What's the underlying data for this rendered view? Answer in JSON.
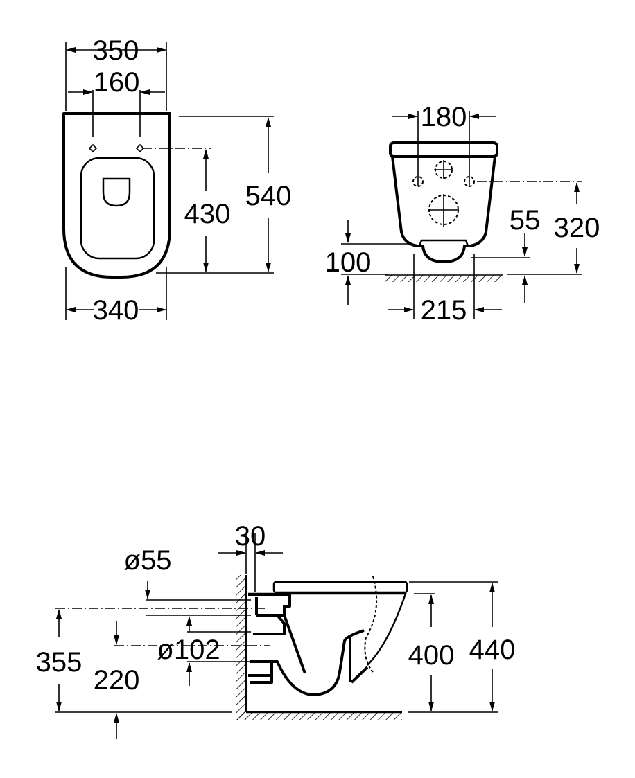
{
  "drawing": {
    "front_view": {
      "overall_width": "350",
      "fixing_spacing": "160",
      "overall_length": "540",
      "fixing_to_front": "430",
      "bottom_width": "340"
    },
    "rear_view": {
      "fixing_spacing": "180",
      "fixing_height": "320",
      "waste_offset": "55",
      "floor_clearance": "100",
      "base_width": "215"
    },
    "side_view": {
      "wall_gap": "30",
      "inlet_diameter": "ø55",
      "outlet_diameter": "ø102",
      "inlet_height": "355",
      "outlet_height": "220",
      "bowl_height": "400",
      "seat_height": "440"
    }
  }
}
